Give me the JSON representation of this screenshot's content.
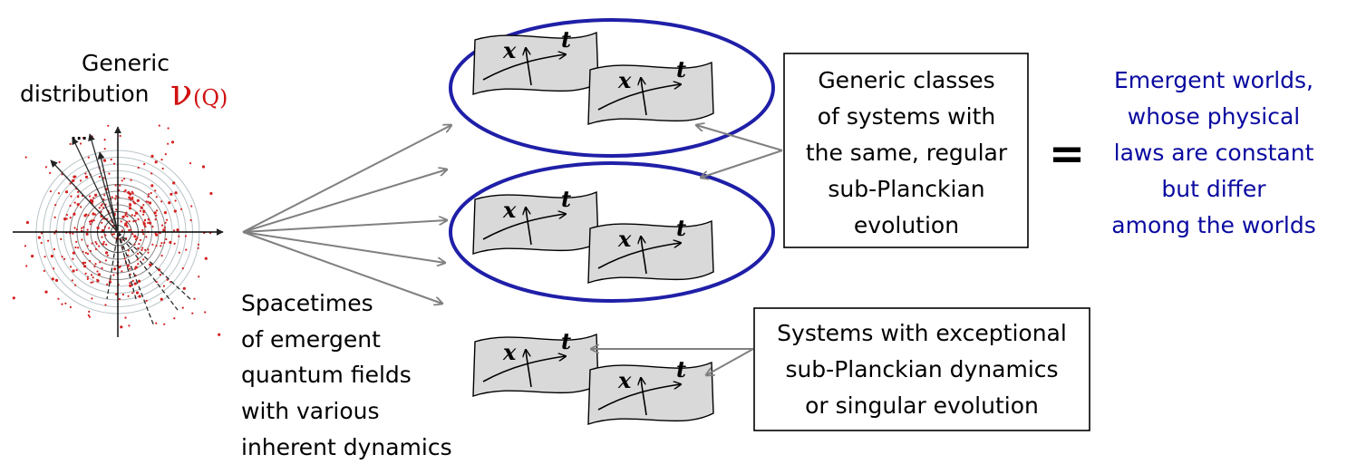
{
  "distribution": {
    "title_line1": "Generic",
    "title_line2": "distribution",
    "nu_symbol": "ν",
    "nu_arg": "(Q)",
    "dots": "..."
  },
  "spacetimes_label": [
    "Spacetimes",
    "of emergent",
    "quantum fields",
    "with various",
    "inherent dynamics"
  ],
  "generic_box": [
    "Generic classes",
    "of systems with",
    "the same, regular",
    "sub-Planckian",
    "evolution"
  ],
  "exceptional_box": [
    "Systems with exceptional",
    "sub-Planckian dynamics",
    "or singular evolution"
  ],
  "equals_sign": "=",
  "emergent_worlds": [
    "Emergent worlds,",
    "whose physical",
    "laws are constant",
    "but differ",
    "among the worlds"
  ],
  "sheet_axes": {
    "x": "x",
    "t": "t"
  },
  "colors": {
    "oval": "#1f1fa8",
    "emergent_text": "#0a0aa0",
    "nu": "#d01010",
    "arrow": "#808080",
    "sheet_fill": "#d9d9d9"
  }
}
